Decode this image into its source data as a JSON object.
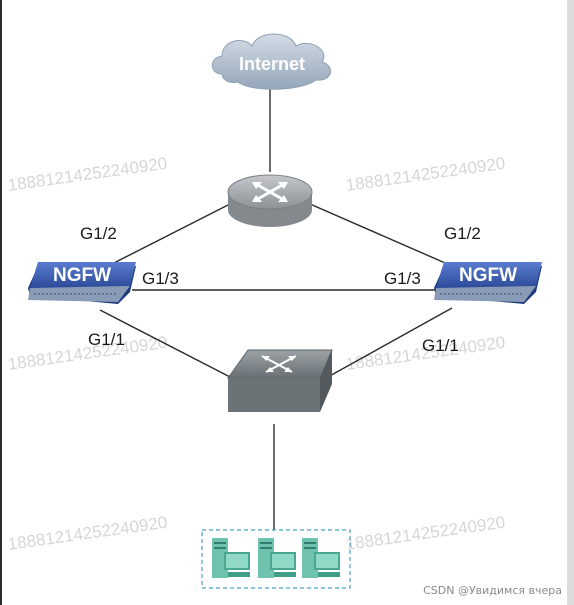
{
  "internet": {
    "label": "Internet"
  },
  "firewall_left": {
    "label": "NGFW"
  },
  "firewall_right": {
    "label": "NGFW"
  },
  "ports": {
    "left_g12": "G1/2",
    "left_g13": "G1/3",
    "left_g11": "G1/1",
    "right_g12": "G1/2",
    "right_g13": "G1/3",
    "right_g11": "G1/1"
  },
  "watermark": {
    "text": "18881214252240920"
  },
  "credit": "CSDN @Увидимся вчера",
  "colors": {
    "cloud": "#b9c6d3",
    "router": "#a3a8ad",
    "firewall": "#3f62b8",
    "switch": "#7c8388",
    "hosts_frame": "#4aa3c2",
    "host": "#3f9e8a",
    "line": "#2a2a2a"
  }
}
